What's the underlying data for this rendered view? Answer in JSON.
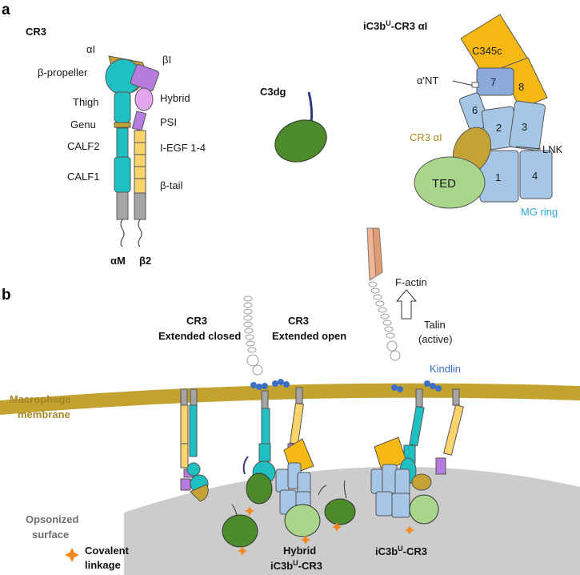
{
  "panel_a": {
    "letter": "a",
    "cr3": {
      "title": "CR3",
      "left_labels": [
        "β-propeller",
        "Thigh",
        "Genu",
        "CALF2",
        "CALF1"
      ],
      "right_labels": [
        "βI",
        "Hybrid",
        "PSI",
        "I-EGF 1-4",
        "β-tail"
      ],
      "alpha_i": "αI",
      "alpha_subunit": "αM",
      "beta_subunit": "β2"
    },
    "c3dg": {
      "title": "C3dg"
    },
    "complex": {
      "title": "iC3bU-CR3 αI",
      "title_main": "iC3b",
      "title_sup": "U",
      "title_rest": "-CR3 αI",
      "c345c": "C345c",
      "alpha_nt": "α'NT",
      "mg": [
        "1",
        "2",
        "3",
        "4",
        "6",
        "7",
        "8"
      ],
      "cr3_ai": "CR3 αI",
      "lnk": "LNK",
      "ted": "TED",
      "mg_ring": "MG ring"
    }
  },
  "panel_b": {
    "letter": "b",
    "f_actin": "F-actin",
    "talin": "Talin",
    "talin_state": "(active)",
    "kindlin": "Kindlin",
    "closed_title": "CR3",
    "closed_sub": "Extended closed",
    "open_title": "CR3",
    "open_sub": "Extended open",
    "membrane_line1": "Macrophage",
    "membrane_line2": "membrane",
    "surface_line1": "Opsonized",
    "surface_line2": "surface",
    "covalent_line1": "Covalent",
    "covalent_line2": "linkage",
    "hybrid_line1": "Hybrid",
    "hybrid_line2_main": "iC3b",
    "hybrid_line2_sup": "U",
    "hybrid_line2_rest": "-CR3",
    "complex_main": "iC3b",
    "complex_sup": "U",
    "complex_rest": "-CR3"
  },
  "colors": {
    "teal": "#1ec0c2",
    "purple": "#b77be0",
    "gold": "#c4a233",
    "yellow": "#fbd46b",
    "orange": "#f6b913",
    "blue": "#a6c6e6",
    "dark_green": "#4d8a2a",
    "light_green": "#a9d68a",
    "membrane": "#c4a22f",
    "surface": "#cccccc",
    "kindlin": "#3a6fc4",
    "mg_ring_text": "#2aa4dc",
    "actin": "#f2b492"
  }
}
